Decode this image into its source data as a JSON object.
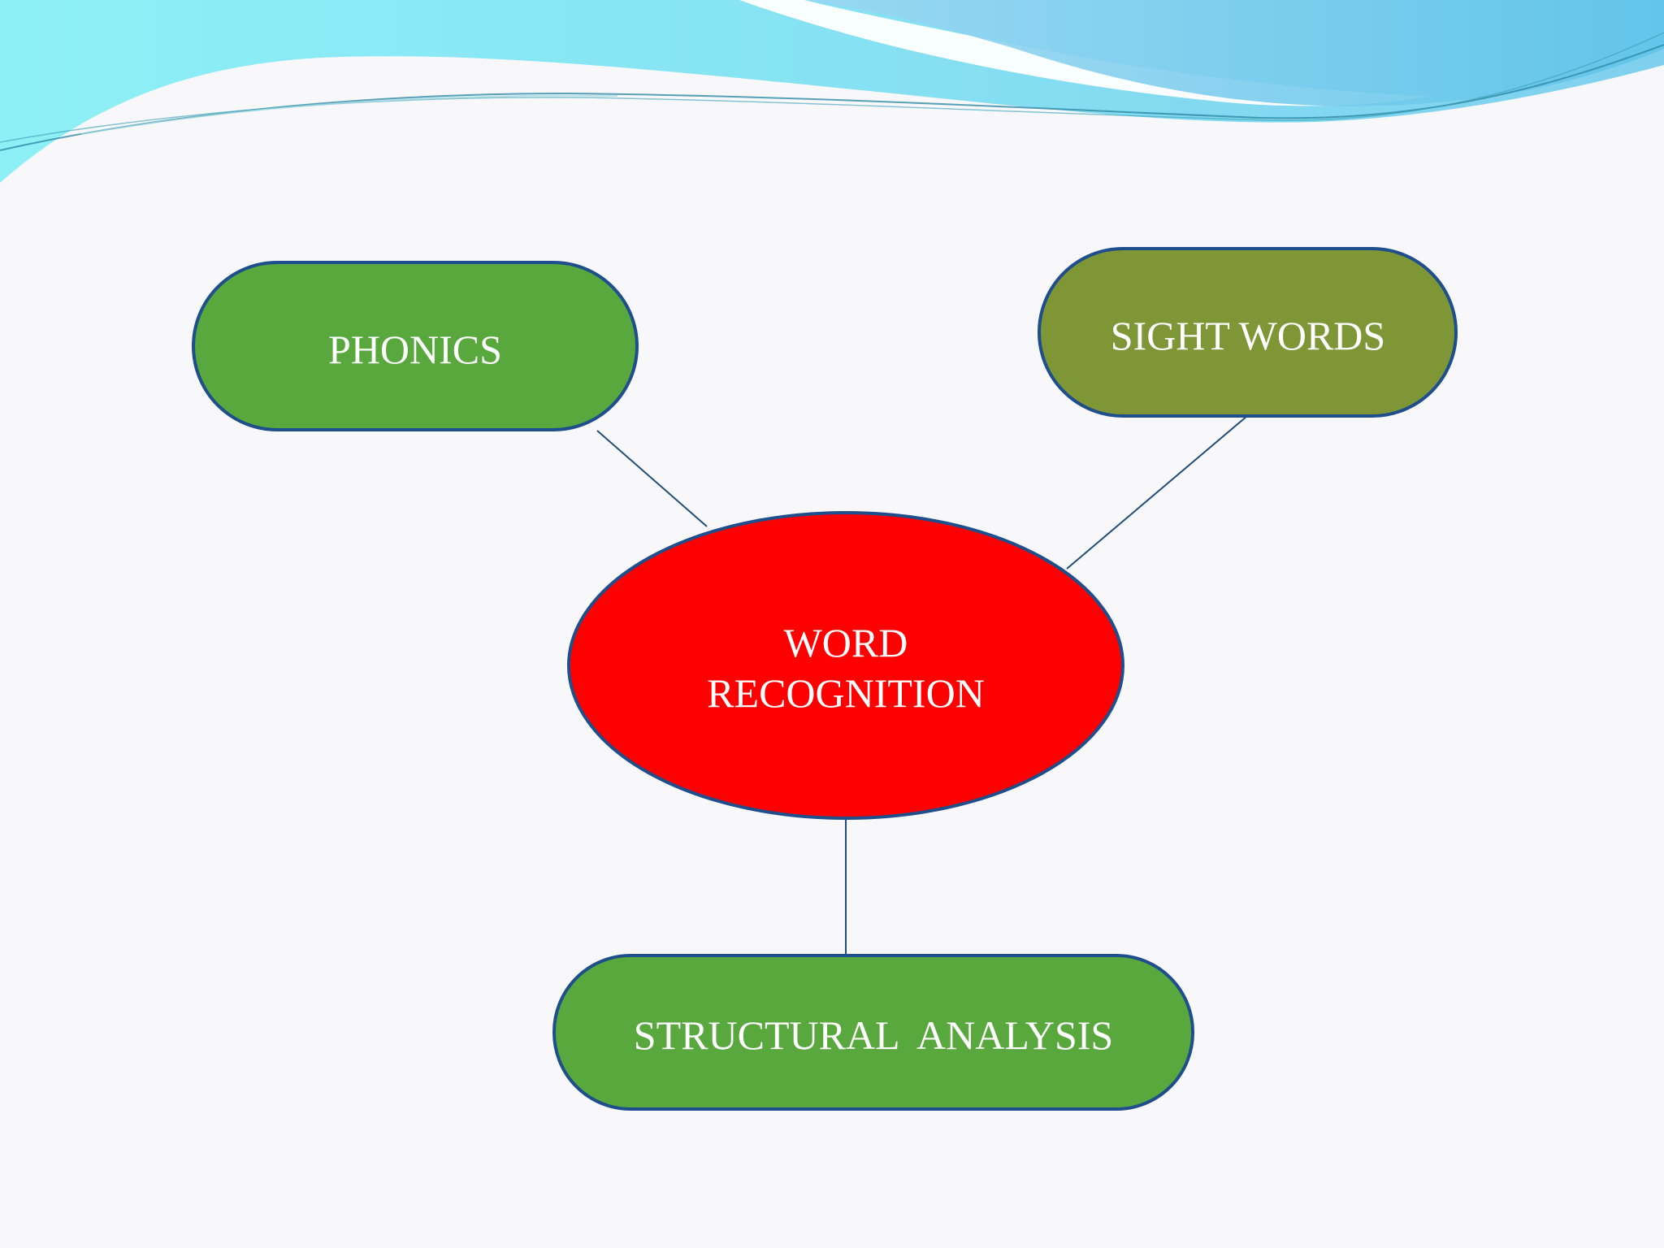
{
  "diagram": {
    "center": {
      "line1": "WORD",
      "line2": "RECOGNITION",
      "color": "#ff0000"
    },
    "nodes": {
      "phonics": {
        "label": "PHONICS",
        "color": "#58a83e"
      },
      "sight_words": {
        "label": "SIGHT WORDS",
        "color": "#7f9636"
      },
      "structural_analysis": {
        "label": "STRUCTURAL  ANALYSIS",
        "color": "#58a83e"
      }
    },
    "stroke_color": "#1f4e8c",
    "connector_color": "#1f4e79"
  },
  "theme": {
    "wave_light": "#8aeaf5",
    "wave_mid": "#6fd3ec",
    "wave_blue": "#8ccff0",
    "wave_line": "#2e8aa6"
  }
}
